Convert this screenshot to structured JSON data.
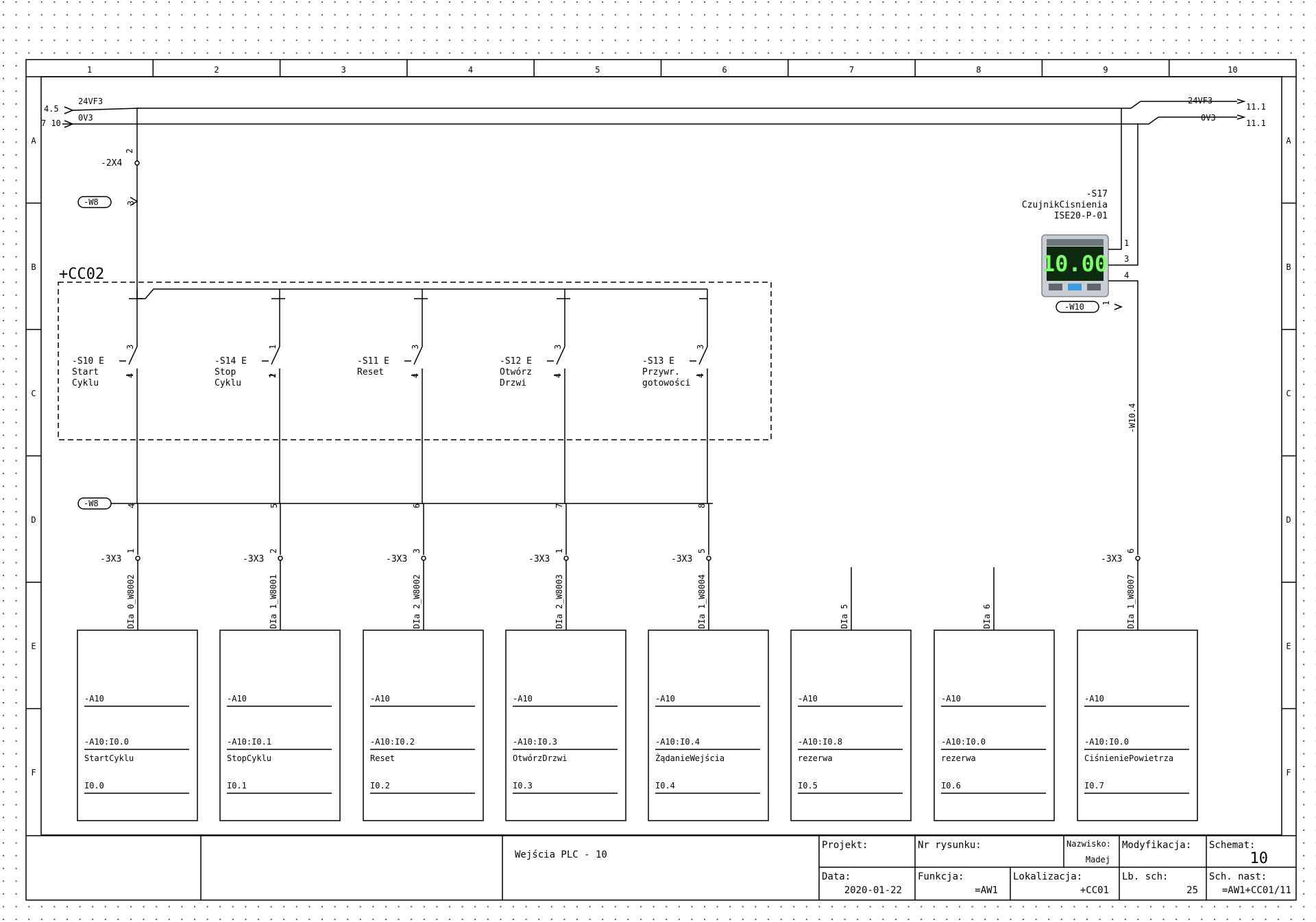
{
  "frame": {
    "columns": [
      "1",
      "2",
      "3",
      "4",
      "5",
      "6",
      "7",
      "8",
      "9",
      "10"
    ],
    "rows": [
      "A",
      "B",
      "C",
      "D",
      "E",
      "F"
    ]
  },
  "rails": {
    "left_top": {
      "ref": "4.5",
      "name": "24VF3"
    },
    "left_bottom": {
      "ref": "7 10",
      "name": "0V3"
    },
    "right_top": {
      "name": "24VF3",
      "ref": "11.1"
    },
    "right_bottom": {
      "name": "0V3",
      "ref": "11.1"
    }
  },
  "terminals": {
    "x4": {
      "label": "-2X4",
      "num": "2"
    },
    "w8_top": {
      "label": "-W8",
      "num": "3"
    },
    "w8_bottom": {
      "label": "-W8"
    },
    "x3_label": "-3X3"
  },
  "location_box": {
    "label": "+CC02"
  },
  "switches": [
    {
      "tag": "-S10",
      "line1": "Start",
      "line2": "Cyklu",
      "pin_top": "3",
      "pin_bot": "4",
      "w8_pin": "4",
      "x3_pin": "1",
      "wire": "DIa 0_W8002"
    },
    {
      "tag": "-S14",
      "line1": "Stop",
      "line2": "Cyklu",
      "pin_top": "1",
      "pin_bot": "2",
      "w8_pin": "5",
      "x3_pin": "2",
      "wire": "DIa 1_W8001"
    },
    {
      "tag": "-S11",
      "line1": "Reset",
      "line2": "",
      "pin_top": "3",
      "pin_bot": "4",
      "w8_pin": "6",
      "x3_pin": "3",
      "wire": "DIa 2_W8002"
    },
    {
      "tag": "-S12",
      "line1": "Otwórz",
      "line2": "Drzwi",
      "pin_top": "3",
      "pin_bot": "4",
      "w8_pin": "7",
      "x3_pin": "1",
      "wire": "DIa 2_W8003"
    },
    {
      "tag": "-S13",
      "line1": "Przywr.",
      "line2": "gotowości",
      "pin_top": "3",
      "pin_bot": "4",
      "w8_pin": "8",
      "x3_pin": "5",
      "wire": "DIa 1_W8004"
    }
  ],
  "spare_wires": [
    "DIa 5",
    "DIa 6"
  ],
  "sensor": {
    "tag": "-S17",
    "desc": "CzujnikCisnienia",
    "model": "ISE20-P-01",
    "display": "10.00",
    "pins": [
      "1",
      "3",
      "4"
    ],
    "cable": "-W10",
    "cable_pin": "1",
    "x3_pin": "6",
    "wire_top": "-W10.4",
    "wire": "DIa 1_W8007"
  },
  "plc_inputs": [
    {
      "device": "-A10",
      "address": "-A10:I0.0",
      "name": "StartCyklu",
      "io": "I0.0"
    },
    {
      "device": "-A10",
      "address": "-A10:I0.1",
      "name": "StopCyklu",
      "io": "I0.1"
    },
    {
      "device": "-A10",
      "address": "-A10:I0.2",
      "name": "Reset",
      "io": "I0.2"
    },
    {
      "device": "-A10",
      "address": "-A10:I0.3",
      "name": "OtwórzDrzwi",
      "io": "I0.3"
    },
    {
      "device": "-A10",
      "address": "-A10:I0.4",
      "name": "ŻądanieWejścia",
      "io": "I0.4"
    },
    {
      "device": "-A10",
      "address": "-A10:I0.8",
      "name": "rezerwa",
      "io": "I0.5"
    },
    {
      "device": "-A10",
      "address": "-A10:I0.0",
      "name": "rezerwa",
      "io": "I0.6"
    },
    {
      "device": "-A10",
      "address": "-A10:I0.0",
      "name": "CiśnieniePowietrza",
      "io": "I0.7"
    }
  ],
  "title_block": {
    "title": "Wejścia PLC - 10",
    "projekt_label": "Projekt:",
    "nr_rysunku_label": "Nr rysunku:",
    "nazwisko_label": "Nazwisko:",
    "nazwisko_value": "Madej",
    "modyfikacja_label": "Modyfikacja:",
    "schemat_label": "Schemat:",
    "schemat_value": "10",
    "data_label": "Data:",
    "data_value": "2020-01-22",
    "funkcja_label": "Funkcja:",
    "funkcja_value": "=AW1",
    "lokalizacja_label": "Lokalizacja:",
    "lokalizacja_value": "+CC01",
    "lb_sch_label": "Lb. sch:",
    "lb_sch_value": "25",
    "sch_nast_label": "Sch. nast:",
    "sch_nast_value": "=AW1+CC01/11"
  },
  "colors": {
    "line": "#000000",
    "grid_dot": "#555555",
    "sensor_body": "#c9ced4",
    "sensor_screen": "#0d2a10",
    "sensor_digits": "#7dff6a",
    "sensor_button_blue": "#3e9be0"
  }
}
